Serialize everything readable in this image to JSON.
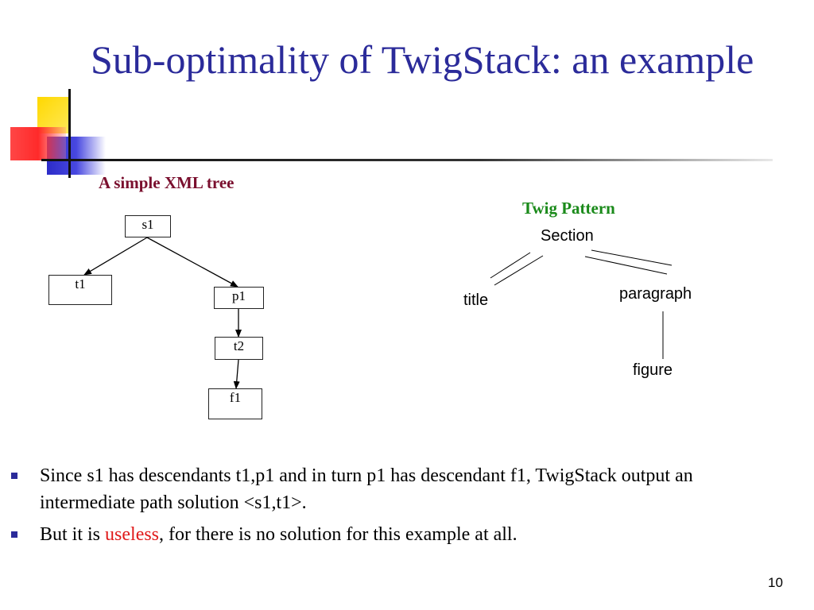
{
  "slide": {
    "title": "Sub-optimality of TwigStack: an example",
    "page_number": "10"
  },
  "tree": {
    "heading": "A simple XML tree",
    "nodes": {
      "s1": "s1",
      "t1": "t1",
      "p1": "p1",
      "t2": "t2",
      "f1": "f1"
    }
  },
  "twig": {
    "heading": "Twig Pattern",
    "nodes": {
      "section": "Section",
      "title": "title",
      "paragraph": "paragraph",
      "figure": "figure"
    }
  },
  "bullets": [
    {
      "text": "Since s1 has descendants t1,p1 and in turn p1 has descendant f1, TwigStack output an intermediate path solution <s1,t1>."
    },
    {
      "before": "But it is ",
      "highlight": "useless",
      "after": ", for there is no solution for this example at all."
    }
  ],
  "colors": {
    "title": "#2b2b9a",
    "tree_heading": "#7a0f2e",
    "twig_heading": "#1a8a1a",
    "highlight": "#e01a1a"
  }
}
